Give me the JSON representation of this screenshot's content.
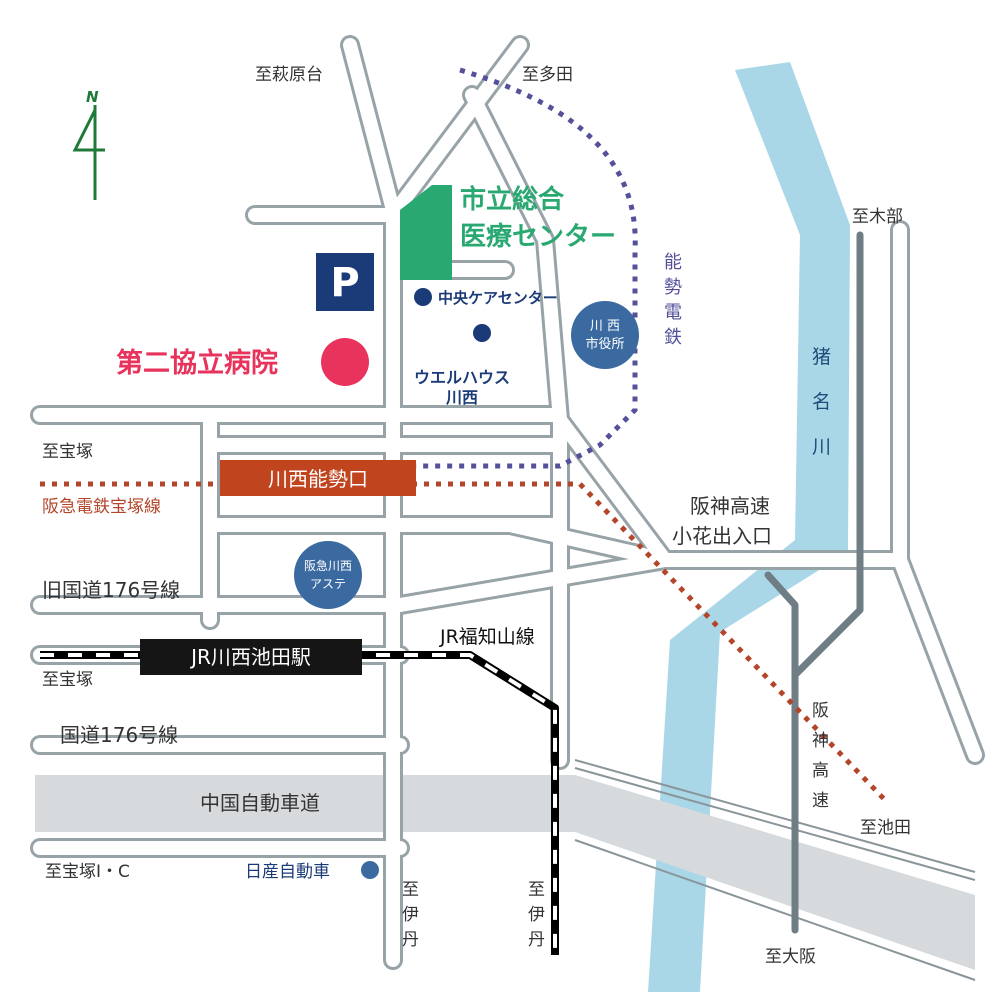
{
  "map": {
    "north": {
      "letter": "N"
    },
    "directions": {
      "hagiwaradai": "至萩原台",
      "tada": "至多田",
      "kibe": "至木部",
      "takarazuka_top": "至宝塚",
      "takarazuka_jr": "至宝塚",
      "takarazuka_ic": "至宝塚I・C",
      "ikeda": "至池田",
      "osaka": "至大阪",
      "itami_left": [
        "至",
        "伊",
        "丹"
      ],
      "itami_right": [
        "至",
        "伊",
        "丹"
      ]
    },
    "landmarks": {
      "hospital": "第二協立病院",
      "medical_center": [
        "市立総合",
        "医療センター"
      ],
      "care_center": "中央ケアセンター",
      "city_hall": [
        "川 西",
        "市役所"
      ],
      "welhouse": [
        "ウエルハウス",
        "川西"
      ],
      "aste": [
        "阪急川西",
        "アステ"
      ],
      "nissan": "日産自動車",
      "parking": "P"
    },
    "stations": {
      "hankyu": "川西能勢口",
      "jr": "JR川西池田駅"
    },
    "rail_lines": {
      "nose": [
        "能",
        "勢",
        "電",
        "鉄"
      ],
      "hankyu_takarazuka": "阪急電鉄宝塚線",
      "jr_fukuchiyama": "JR福知山線"
    },
    "roads": {
      "old_route176": "旧国道176号線",
      "route176": "国道176号線",
      "chugoku_expressway": "中国自動車道",
      "hanshin_expressway_top": [
        "阪神高速",
        "小花出入口"
      ],
      "hanshin_expressway_v": [
        "阪",
        "神",
        "高",
        "速"
      ]
    },
    "river": [
      "猪",
      "名",
      "川"
    ],
    "colors": {
      "hospital": "#e8335c",
      "medical_center": "#2aa872",
      "navy": "#1b3a78",
      "station_box": "#c0441e",
      "river": "#a9d7e8",
      "expressway": "#7c8b92"
    }
  }
}
